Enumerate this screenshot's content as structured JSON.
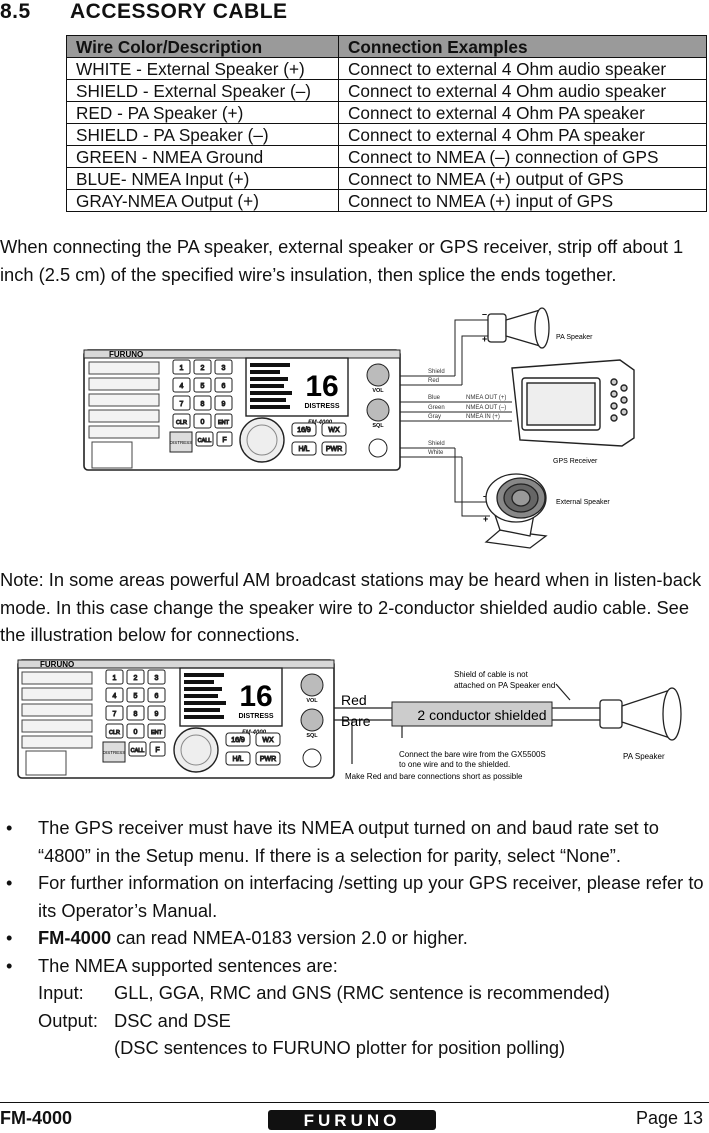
{
  "section": {
    "number": "8.5",
    "title": "ACCESSORY CABLE"
  },
  "table": {
    "headers": [
      "Wire Color/Description",
      "Connection Examples"
    ],
    "rows": [
      [
        "WHITE - External Speaker (+)",
        "Connect to external 4 Ohm audio speaker"
      ],
      [
        "SHIELD - External Speaker (–)",
        "Connect to external 4 Ohm audio speaker"
      ],
      [
        "RED - PA Speaker (+)",
        "Connect to external 4 Ohm PA speaker"
      ],
      [
        "SHIELD - PA Speaker (–)",
        "Connect to external 4 Ohm PA speaker"
      ],
      [
        "GREEN - NMEA Ground",
        "Connect to NMEA (–) connection of GPS"
      ],
      [
        "BLUE- NMEA Input (+)",
        "Connect to NMEA (+) output of GPS"
      ],
      [
        "GRAY-NMEA Output (+)",
        "Connect to NMEA (+) input of GPS"
      ]
    ]
  },
  "paragraph1": "When connecting the PA speaker, external speaker or GPS receiver, strip off about 1 inch (2.5 cm) of the specified wire’s insulation, then splice the ends together.",
  "figure1": {
    "radio_logo": "FURUNO",
    "model": "FM-4000",
    "wire_labels": [
      "Shield",
      "Red",
      "Blue",
      "Green",
      "Gray",
      "Shield",
      "White"
    ],
    "nmea_labels": [
      "NMEA OUT (+)",
      "NMEA OUT (–)",
      "NMEA IN (+)"
    ],
    "pa_speaker": "PA Speaker",
    "gps_receiver": "GPS Receiver",
    "external_speaker": "External Speaker",
    "plus": "+",
    "minus": "–",
    "keys": [
      "1",
      "2",
      "3",
      "4",
      "5",
      "6",
      "7",
      "8",
      "9",
      "CLR",
      "0",
      "ENT",
      "CALL",
      "F",
      "16/9",
      "WX",
      "H/L",
      "PWR",
      "VOL",
      "SQL",
      "DISTRESS"
    ],
    "screen": {
      "big": "16",
      "status": "DISTRESS"
    }
  },
  "note": "Note: In some areas powerful AM broadcast stations may be heard when in listen-back mode. In this case change the speaker wire to 2-conductor shielded audio cable. See the illustration below for connections.",
  "figure2": {
    "red": "Red",
    "bare": "Bare",
    "cable": "2 conductor shielded",
    "shield_note": "Shield of cable is not attached on PA Speaker end",
    "connect_note": "Connect the bare wire from the GX5500S to one wire and to the shielded.",
    "short_note": "Make Red and bare connections short as possible",
    "pa_speaker": "PA Speaker"
  },
  "bullets": [
    "The GPS receiver must have its NMEA output turned on and baud rate set to “4800” in the Setup menu. If there is a selection for parity, select “None”.",
    "For further information on interfacing /setting up your GPS receiver, please refer to its Operator’s Manual.",
    {
      "bold": "FM-4000",
      "rest": " can read NMEA-0183 version 2.0 or higher."
    },
    "The NMEA supported sentences are:"
  ],
  "sentences": {
    "input_label": "Input:",
    "input": "GLL, GGA, RMC and GNS (RMC sentence is recommended)",
    "output_label": "Output:",
    "output": "DSC and DSE",
    "output_note": "(DSC sentences to FURUNO plotter for position polling)"
  },
  "bullet_glyph": "•",
  "footer": {
    "model": "FM-4000",
    "logo": "FURUNO",
    "page": "Page 13"
  }
}
